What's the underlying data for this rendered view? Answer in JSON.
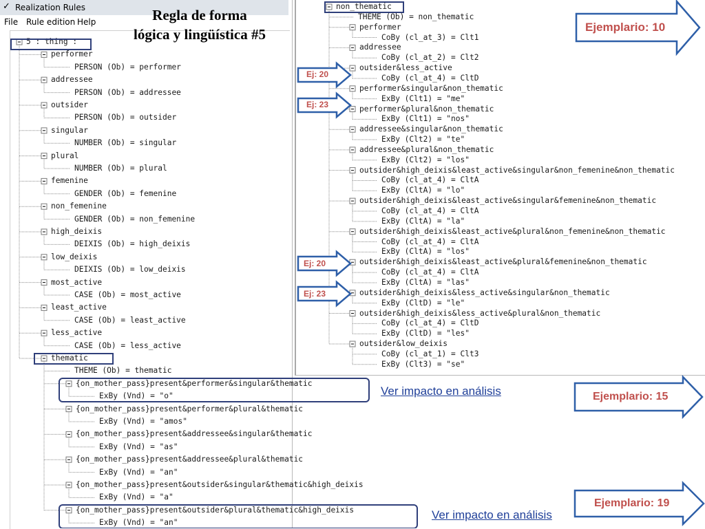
{
  "window": {
    "title": "Realization Rules",
    "check_glyph": "✓"
  },
  "menu": [
    "File",
    "Rule edition",
    "Help"
  ],
  "slide": {
    "title_line1": "Regla de forma",
    "title_line2": "lógica y lingüística #5"
  },
  "colors": {
    "callout_border": "#2e5fa8",
    "callout_text": "#c0504d",
    "link": "#1f3f99",
    "highlight_box": "#2f3f7a"
  },
  "left_tree": [
    {
      "d": 0,
      "t": "5 : thing :"
    },
    {
      "d": 1,
      "t": "performer"
    },
    {
      "d": 2,
      "t": "PERSON (Ob) = performer"
    },
    {
      "d": 1,
      "t": "addressee"
    },
    {
      "d": 2,
      "t": "PERSON (Ob) = addressee"
    },
    {
      "d": 1,
      "t": "outsider"
    },
    {
      "d": 2,
      "t": "PERSON (Ob) = outsider"
    },
    {
      "d": 1,
      "t": "singular"
    },
    {
      "d": 2,
      "t": "NUMBER (Ob) = singular"
    },
    {
      "d": 1,
      "t": "plural"
    },
    {
      "d": 2,
      "t": "NUMBER (Ob) = plural"
    },
    {
      "d": 1,
      "t": "femenine"
    },
    {
      "d": 2,
      "t": "GENDER (Ob) = femenine"
    },
    {
      "d": 1,
      "t": "non_femenine"
    },
    {
      "d": 2,
      "t": "GENDER (Ob) = non_femenine"
    },
    {
      "d": 1,
      "t": "high_deixis"
    },
    {
      "d": 2,
      "t": "DEIXIS (Ob) = high_deixis"
    },
    {
      "d": 1,
      "t": "low_deixis"
    },
    {
      "d": 2,
      "t": "DEIXIS (Ob) = low_deixis"
    },
    {
      "d": 1,
      "t": "most_active"
    },
    {
      "d": 2,
      "t": "CASE (Ob) = most_active"
    },
    {
      "d": 1,
      "t": "least_active"
    },
    {
      "d": 2,
      "t": "CASE (Ob) = least_active"
    },
    {
      "d": 1,
      "t": "less_active"
    },
    {
      "d": 2,
      "t": "CASE (Ob) = less_active"
    },
    {
      "d": 1,
      "t": "thematic"
    },
    {
      "d": 2,
      "t": "THEME (Ob) = thematic"
    },
    {
      "d": 2,
      "t": "{on_mother_pass}present&performer&singular&thematic"
    },
    {
      "d": 3,
      "t": "ExBy (Vnd) = \"o\""
    },
    {
      "d": 2,
      "t": "{on_mother_pass}present&performer&plural&thematic"
    },
    {
      "d": 3,
      "t": "ExBy (Vnd) = \"amos\""
    },
    {
      "d": 2,
      "t": "{on_mother_pass}present&addressee&singular&thematic"
    },
    {
      "d": 3,
      "t": "ExBy (Vnd) = \"as\""
    },
    {
      "d": 2,
      "t": "{on_mother_pass}present&addressee&plural&thematic"
    },
    {
      "d": 3,
      "t": "ExBy (Vnd) = \"an\""
    },
    {
      "d": 2,
      "t": "{on_mother_pass}present&outsider&singular&thematic&high_deixis"
    },
    {
      "d": 3,
      "t": "ExBy (Vnd) = \"a\""
    },
    {
      "d": 2,
      "t": "{on_mother_pass}present&outsider&plural&thematic&high_deixis"
    },
    {
      "d": 3,
      "t": "ExBy (Vnd) = \"an\""
    }
  ],
  "right_tree": [
    {
      "d": 0,
      "t": "non_thematic"
    },
    {
      "d": 1,
      "t": "THEME (Ob) = non_thematic"
    },
    {
      "d": 1,
      "t": "performer"
    },
    {
      "d": 2,
      "t": "CoBy (cl_at_3) = Clt1"
    },
    {
      "d": 1,
      "t": "addressee"
    },
    {
      "d": 2,
      "t": "CoBy (cl_at_2) = Clt2"
    },
    {
      "d": 1,
      "t": "outsider&less_active"
    },
    {
      "d": 2,
      "t": "CoBy (cl_at_4) = CltD"
    },
    {
      "d": 1,
      "t": "performer&singular&non_thematic"
    },
    {
      "d": 2,
      "t": "ExBy (Clt1) = \"me\""
    },
    {
      "d": 1,
      "t": "performer&plural&non_thematic"
    },
    {
      "d": 2,
      "t": "ExBy (Clt1) = \"nos\""
    },
    {
      "d": 1,
      "t": "addressee&singular&non_thematic"
    },
    {
      "d": 2,
      "t": "ExBy (Clt2) = \"te\""
    },
    {
      "d": 1,
      "t": "addressee&plural&non_thematic"
    },
    {
      "d": 2,
      "t": "ExBy (Clt2) = \"los\""
    },
    {
      "d": 1,
      "t": "outsider&high_deixis&least_active&singular&non_femenine&non_thematic"
    },
    {
      "d": 2,
      "t": "CoBy (cl_at_4) = CltA"
    },
    {
      "d": 2,
      "t": "ExBy (CltA) = \"lo\""
    },
    {
      "d": 1,
      "t": "outsider&high_deixis&least_active&singular&femenine&non_thematic"
    },
    {
      "d": 2,
      "t": "CoBy (cl_at_4) = CltA"
    },
    {
      "d": 2,
      "t": "ExBy (CltA) = \"la\""
    },
    {
      "d": 1,
      "t": "outsider&high_deixis&least_active&plural&non_femenine&non_thematic"
    },
    {
      "d": 2,
      "t": "CoBy (cl_at_4) = CltA"
    },
    {
      "d": 2,
      "t": "ExBy (CltA) = \"los\""
    },
    {
      "d": 1,
      "t": "outsider&high_deixis&least_active&plural&femenine&non_thematic"
    },
    {
      "d": 2,
      "t": "CoBy (cl_at_4) = CltA"
    },
    {
      "d": 2,
      "t": "ExBy (CltA) = \"las\""
    },
    {
      "d": 1,
      "t": "outsider&high_deixis&less_active&singular&non_thematic"
    },
    {
      "d": 2,
      "t": "ExBy (CltD) = \"le\""
    },
    {
      "d": 1,
      "t": "outsider&high_deixis&less_active&plural&non_thematic"
    },
    {
      "d": 2,
      "t": "CoBy (cl_at_4) = CltD"
    },
    {
      "d": 2,
      "t": "ExBy (CltD) = \"les\""
    },
    {
      "d": 1,
      "t": "outsider&low_deixis"
    },
    {
      "d": 2,
      "t": "CoBy (cl_at_1) = Clt3"
    },
    {
      "d": 2,
      "t": "ExBy (Clt3) = \"se\""
    }
  ],
  "callouts": {
    "ejemplario_10": "Ejemplario: 10",
    "ejemplario_15": "Ejemplario: 15",
    "ejemplario_19": "Ejemplario: 19",
    "ej_20_a": "Ej: 20",
    "ej_23_a": "Ej: 23",
    "ej_20_b": "Ej: 20",
    "ej_23_b": "Ej: 23"
  },
  "links": {
    "ver_impacto_1": "Ver impacto en análisis",
    "ver_impacto_2": "Ver impacto en análisis"
  }
}
